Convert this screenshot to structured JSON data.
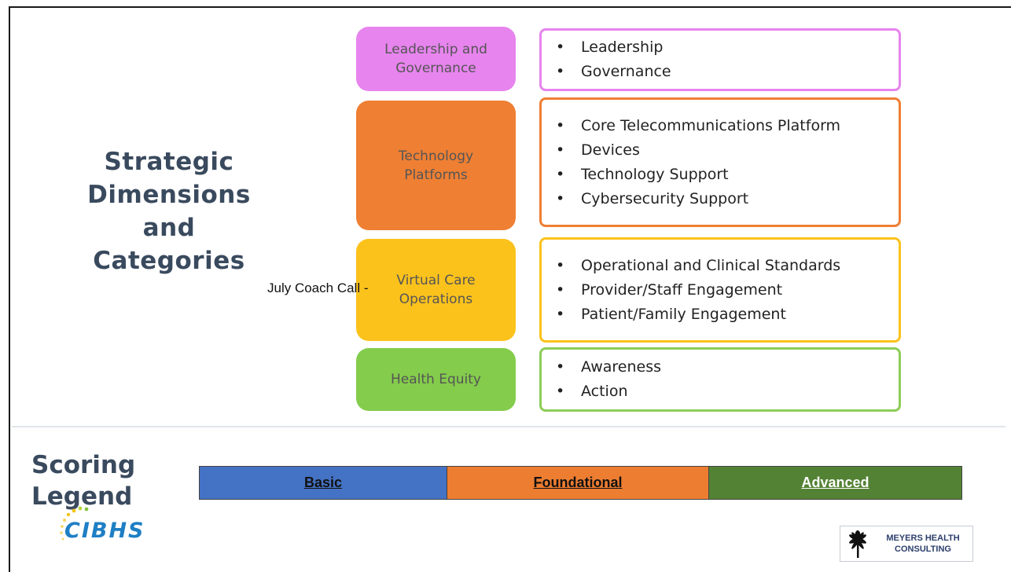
{
  "heading": {
    "lines": [
      "Strategic",
      "Dimensions",
      "and",
      "Categories"
    ]
  },
  "overlay_text": "July Coach Call -",
  "dimensions": [
    {
      "label_lines": [
        "Leadership and",
        "Governance"
      ],
      "color": "#e784ee",
      "items": [
        "Leadership",
        "Governance"
      ]
    },
    {
      "label_lines": [
        "Technology",
        "Platforms"
      ],
      "color": "#ef7f33",
      "items": [
        "Core Telecommunications Platform",
        "Devices",
        "Technology Support",
        "Cybersecurity Support"
      ]
    },
    {
      "label_lines": [
        "Virtual Care",
        "Operations"
      ],
      "color": "#fbc21c",
      "items": [
        "Operational and Clinical Standards",
        "Provider/Staff Engagement",
        "Patient/Family Engagement"
      ]
    },
    {
      "label_lines": [
        "Health Equity"
      ],
      "color": "#84cc4c",
      "items": [
        "Awareness",
        "Action"
      ]
    }
  ],
  "legend": {
    "title_lines": [
      "Scoring",
      "Legend"
    ],
    "levels": [
      {
        "label": "Basic",
        "color": "#4472c4"
      },
      {
        "label": "Foundational",
        "color": "#ed7d31"
      },
      {
        "label": "Advanced",
        "color": "#548235"
      }
    ]
  },
  "logos": {
    "cibhs": "CIBHS",
    "meyers": [
      "MEYERS HEALTH",
      "CONSULTING"
    ]
  }
}
